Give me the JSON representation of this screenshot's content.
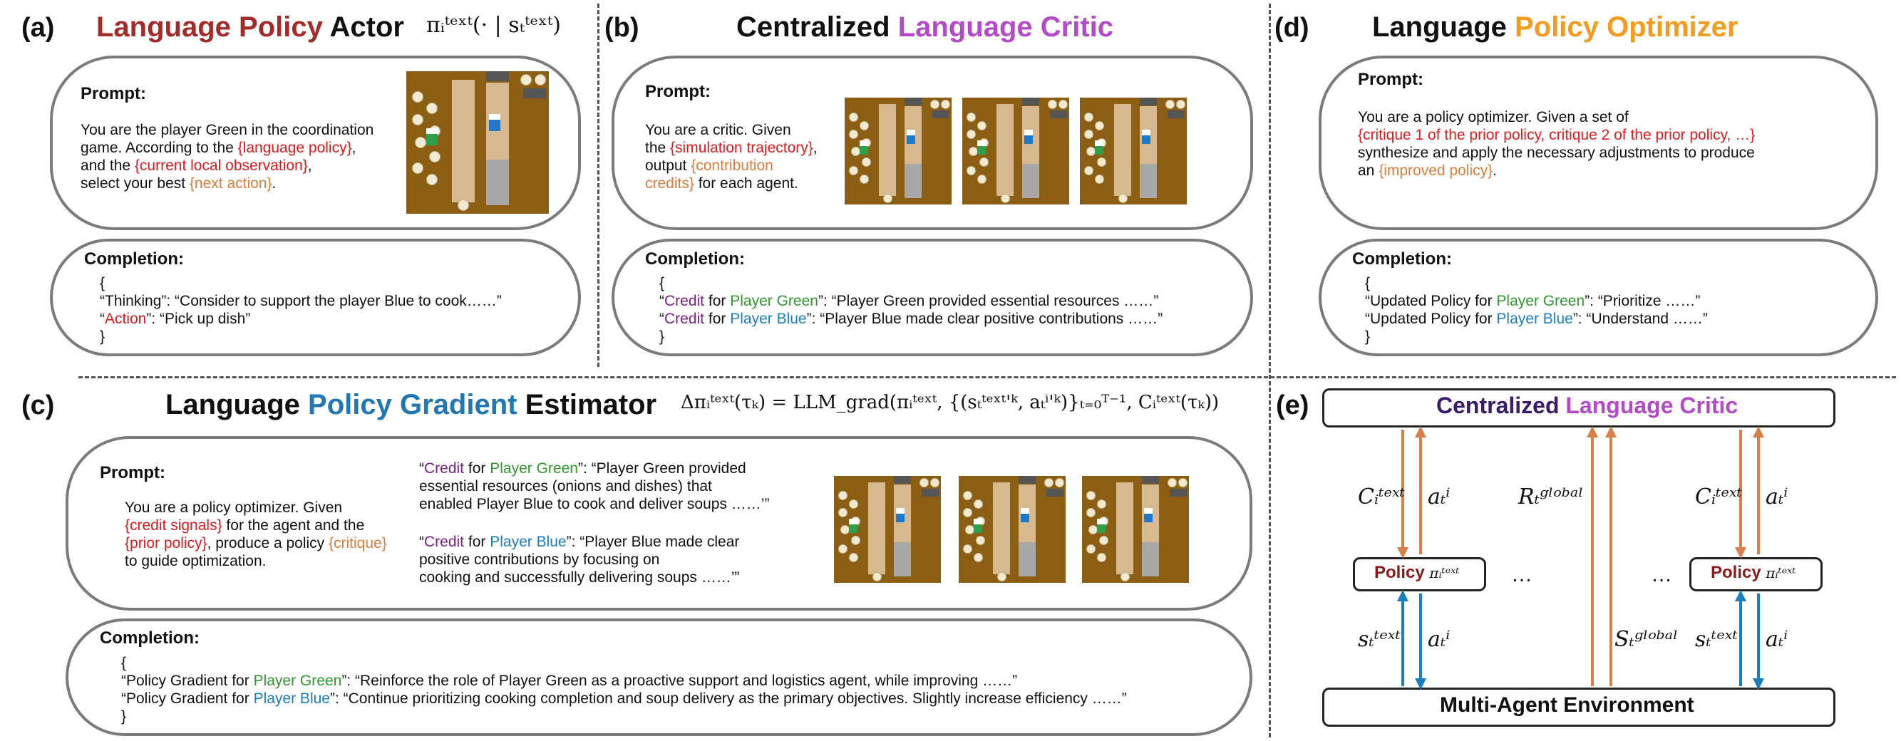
{
  "panels": {
    "a": {
      "label": "(a)",
      "title_parts": [
        "Language",
        "Policy",
        "Actor"
      ],
      "formula": "πᵢᵗᵉˣᵗ(· | sₜᵗᵉˣᵗ)",
      "prompt_heading": "Prompt:",
      "prompt_lines": [
        [
          {
            "t": "You are the player Green in the coordination",
            "c": ""
          }
        ],
        [
          {
            "t": "game. According to the ",
            "c": ""
          },
          {
            "t": "{language policy}",
            "c": "red"
          },
          {
            "t": ",",
            "c": ""
          }
        ],
        [
          {
            "t": "and the ",
            "c": ""
          },
          {
            "t": "{current local observation}",
            "c": "red"
          },
          {
            "t": ",",
            "c": ""
          }
        ],
        [
          {
            "t": "select your best ",
            "c": ""
          },
          {
            "t": "{next action}",
            "c": "orange"
          },
          {
            "t": ".",
            "c": ""
          }
        ]
      ],
      "completion_heading": "Completion:",
      "completion_lines": [
        [
          {
            "t": "{",
            "c": ""
          }
        ],
        [
          {
            "t": "   “Thinking”: “Consider to support the player Blue to cook……”",
            "c": ""
          }
        ],
        [
          {
            "t": "   “",
            "c": ""
          },
          {
            "t": "Action",
            "c": "red"
          },
          {
            "t": "”: “Pick up dish”",
            "c": ""
          }
        ],
        [
          {
            "t": "}",
            "c": ""
          }
        ]
      ]
    },
    "b": {
      "label": "(b)",
      "title_parts": [
        "Centralized",
        "Language Critic"
      ],
      "prompt_heading": "Prompt:",
      "prompt_lines": [
        [
          {
            "t": "You are a critic. Given",
            "c": ""
          }
        ],
        [
          {
            "t": "the ",
            "c": ""
          },
          {
            "t": "{simulation trajectory}",
            "c": "red"
          },
          {
            "t": ",",
            "c": ""
          }
        ],
        [
          {
            "t": "output ",
            "c": ""
          },
          {
            "t": "{contribution",
            "c": "orange"
          }
        ],
        [
          {
            "t": "credits}",
            "c": "orange"
          },
          {
            "t": " for each agent.",
            "c": ""
          }
        ]
      ],
      "completion_heading": "Completion:",
      "completion_lines": [
        [
          {
            "t": "{",
            "c": ""
          }
        ],
        [
          {
            "t": "   “",
            "c": ""
          },
          {
            "t": "Credit",
            "c": "purple"
          },
          {
            "t": " for ",
            "c": ""
          },
          {
            "t": "Player Green",
            "c": "green"
          },
          {
            "t": "”: “Player Green provided essential resources ……”",
            "c": ""
          }
        ],
        [
          {
            "t": "   “",
            "c": ""
          },
          {
            "t": "Credit",
            "c": "purple"
          },
          {
            "t": " for ",
            "c": ""
          },
          {
            "t": "Player Blue",
            "c": "blue"
          },
          {
            "t": "”: “Player Blue made clear positive contributions ……”",
            "c": ""
          }
        ],
        [
          {
            "t": "}",
            "c": ""
          }
        ]
      ]
    },
    "c": {
      "label": "(c)",
      "title_parts": [
        "Language",
        "Policy Gradient",
        "Estimator"
      ],
      "formula": "Δπᵢᵗᵉˣᵗ(τₖ) = LLM_grad(πᵢᵗᵉˣᵗ, {(sₜᵗᵉˣᵗ'ᵏ, aₜⁱ'ᵏ)}ₜ₌₀ᵀ⁻¹, Cᵢᵗᵉˣᵗ(τₖ))",
      "prompt_heading": "Prompt:",
      "prompt_lines": [
        [
          {
            "t": "You are a policy optimizer. Given",
            "c": ""
          }
        ],
        [
          {
            "t": "{credit signals}",
            "c": "red"
          },
          {
            "t": " for the agent and the",
            "c": ""
          }
        ],
        [
          {
            "t": "{prior policy}",
            "c": "red"
          },
          {
            "t": ", produce a policy ",
            "c": ""
          },
          {
            "t": "{critique}",
            "c": "orange"
          }
        ],
        [
          {
            "t": " to guide optimization.",
            "c": ""
          }
        ]
      ],
      "credit_green_lines": [
        [
          {
            "t": "“",
            "c": ""
          },
          {
            "t": "Credit",
            "c": "purple"
          },
          {
            "t": " for ",
            "c": ""
          },
          {
            "t": "Player Green",
            "c": "green"
          },
          {
            "t": "”: “Player Green provided",
            "c": ""
          }
        ],
        [
          {
            "t": "essential resources (onions and dishes) that",
            "c": ""
          }
        ],
        [
          {
            "t": "enabled Player Blue to cook and deliver soups ……’”",
            "c": ""
          }
        ]
      ],
      "credit_blue_lines": [
        [
          {
            "t": "“",
            "c": ""
          },
          {
            "t": "Credit",
            "c": "purple"
          },
          {
            "t": " for ",
            "c": ""
          },
          {
            "t": "Player Blue",
            "c": "blue"
          },
          {
            "t": "”: “Player Blue made clear",
            "c": ""
          }
        ],
        [
          {
            "t": "positive contributions by focusing on",
            "c": ""
          }
        ],
        [
          {
            "t": "cooking and successfully delivering soups ……’”",
            "c": ""
          }
        ]
      ],
      "completion_heading": "Completion:",
      "completion_lines": [
        [
          {
            "t": "{",
            "c": ""
          }
        ],
        [
          {
            "t": "   “Policy Gradient for ",
            "c": ""
          },
          {
            "t": "Player Green",
            "c": "green"
          },
          {
            "t": "”: “Reinforce the role of Player Green as a proactive support and logistics agent, while improving ……”",
            "c": ""
          }
        ],
        [
          {
            "t": "   “Policy Gradient for ",
            "c": ""
          },
          {
            "t": "Player Blue",
            "c": "blue"
          },
          {
            "t": "”: “Continue prioritizing cooking completion and soup delivery as the primary objectives. Slightly increase efficiency ……”",
            "c": ""
          }
        ],
        [
          {
            "t": "}",
            "c": ""
          }
        ]
      ]
    },
    "d": {
      "label": "(d)",
      "title_parts": [
        "Language",
        "Policy Optimizer"
      ],
      "prompt_heading": "Prompt:",
      "prompt_lines": [
        [
          {
            "t": "You are a policy optimizer. Given a set of",
            "c": ""
          }
        ],
        [
          {
            "t": "{critique 1 of the prior policy, critique 2 of the prior policy, …}",
            "c": "red"
          }
        ],
        [
          {
            "t": "synthesize and apply the necessary adjustments to produce",
            "c": ""
          }
        ],
        [
          {
            "t": "an ",
            "c": ""
          },
          {
            "t": "{improved policy}",
            "c": "orange"
          },
          {
            "t": ".",
            "c": ""
          }
        ]
      ],
      "completion_heading": "Completion:",
      "completion_lines": [
        [
          {
            "t": "{",
            "c": ""
          }
        ],
        [
          {
            "t": "   “Updated Policy for ",
            "c": ""
          },
          {
            "t": "Player Green",
            "c": "green"
          },
          {
            "t": "”: “Prioritize ……”",
            "c": ""
          }
        ],
        [
          {
            "t": "   “Updated Policy for ",
            "c": ""
          },
          {
            "t": "Player Blue",
            "c": "blue"
          },
          {
            "t": "”: “Understand ……”",
            "c": ""
          }
        ],
        [
          {
            "t": "}",
            "c": ""
          }
        ]
      ]
    },
    "e": {
      "label": "(e)",
      "critic_parts": [
        "Centralized",
        "Language Critic"
      ],
      "env_label": "Multi-Agent Environment",
      "policy_label": "Policy",
      "policy_sym": "πᵢᵗᵉˣᵗ",
      "c_sym": "Cᵢᵗᵉˣᵗ",
      "a_sym": "aₜⁱ",
      "s_sym": "sₜᵗᵉˣᵗ",
      "r_sym": "Rₜᵍˡᵒᵇᵃˡ",
      "sg_sym": "Sₜᵍˡᵒᵇᵃˡ",
      "ellipsis": "…"
    }
  },
  "colors": {
    "arrow_orange": "#d9804a",
    "arrow_blue": "#1a7fc0",
    "box_border": "#7b7b7b"
  }
}
